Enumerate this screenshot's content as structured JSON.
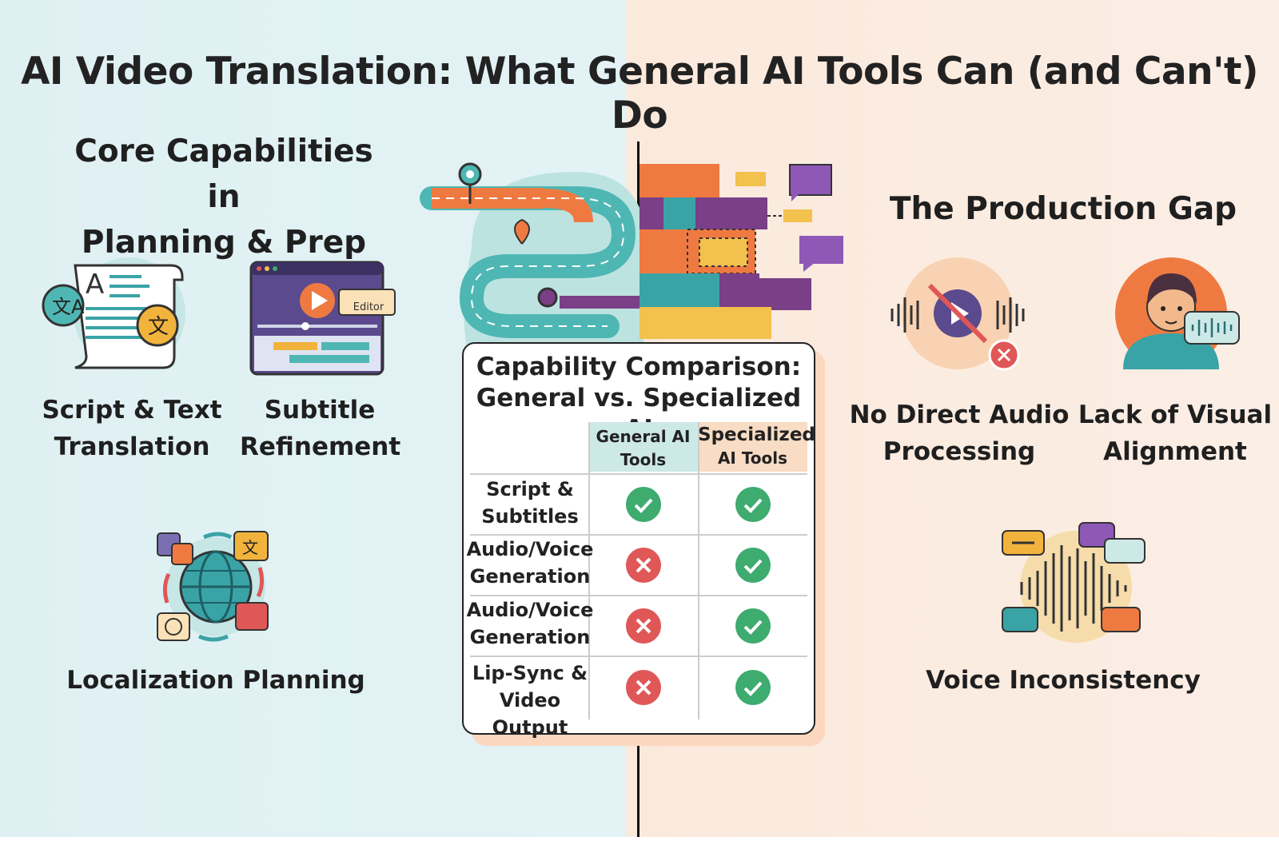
{
  "title": "AI Video Translation: What General AI Tools Can (and Can't) Do",
  "left": {
    "heading_line1": "Core Capabilities in",
    "heading_line2": "Planning & Prep",
    "items": [
      {
        "line1": "Script & Text",
        "line2": "Translation",
        "icon": "document-translation-icon"
      },
      {
        "line1": "Subtitle",
        "line2": "Refinement",
        "icon": "subtitle-editor-icon",
        "badge": "Editor"
      },
      {
        "line1": "Localization Planning",
        "line2": "",
        "icon": "globe-localization-icon"
      }
    ]
  },
  "right": {
    "heading": "The Production Gap",
    "items": [
      {
        "line1": "No Direct Audio",
        "line2": "Processing",
        "icon": "muted-audio-icon"
      },
      {
        "line1": "Lack of Visual",
        "line2": "Alignment",
        "icon": "person-speaking-icon"
      },
      {
        "line1": "Voice Inconsistency",
        "line2": "",
        "icon": "voice-waveform-icon"
      }
    ]
  },
  "comparison": {
    "title_line1": "Capability Comparison:",
    "title_line2": "General vs. Specialized AI",
    "col1_line1": "General AI",
    "col1_line2": "Tools",
    "col2_line1": "Specialized",
    "col2_line2": "AI Tools",
    "rows": [
      {
        "line1": "Script &",
        "line2": "Subtitles",
        "general": true,
        "specialized": true
      },
      {
        "line1": "Audio/Voice",
        "line2": "Generation",
        "general": false,
        "specialized": true
      },
      {
        "line1": "Audio/Voice",
        "line2": "Generation",
        "general": false,
        "specialized": true
      },
      {
        "line1": "Lip-Sync &",
        "line2": "Video Output",
        "general": false,
        "specialized": true
      }
    ]
  },
  "colors": {
    "check": "#3eab6f",
    "cross": "#e05757",
    "teal": "#4fb7b3",
    "orange": "#ef7a41",
    "purple": "#7a3f86",
    "yellow": "#f2c14e"
  }
}
